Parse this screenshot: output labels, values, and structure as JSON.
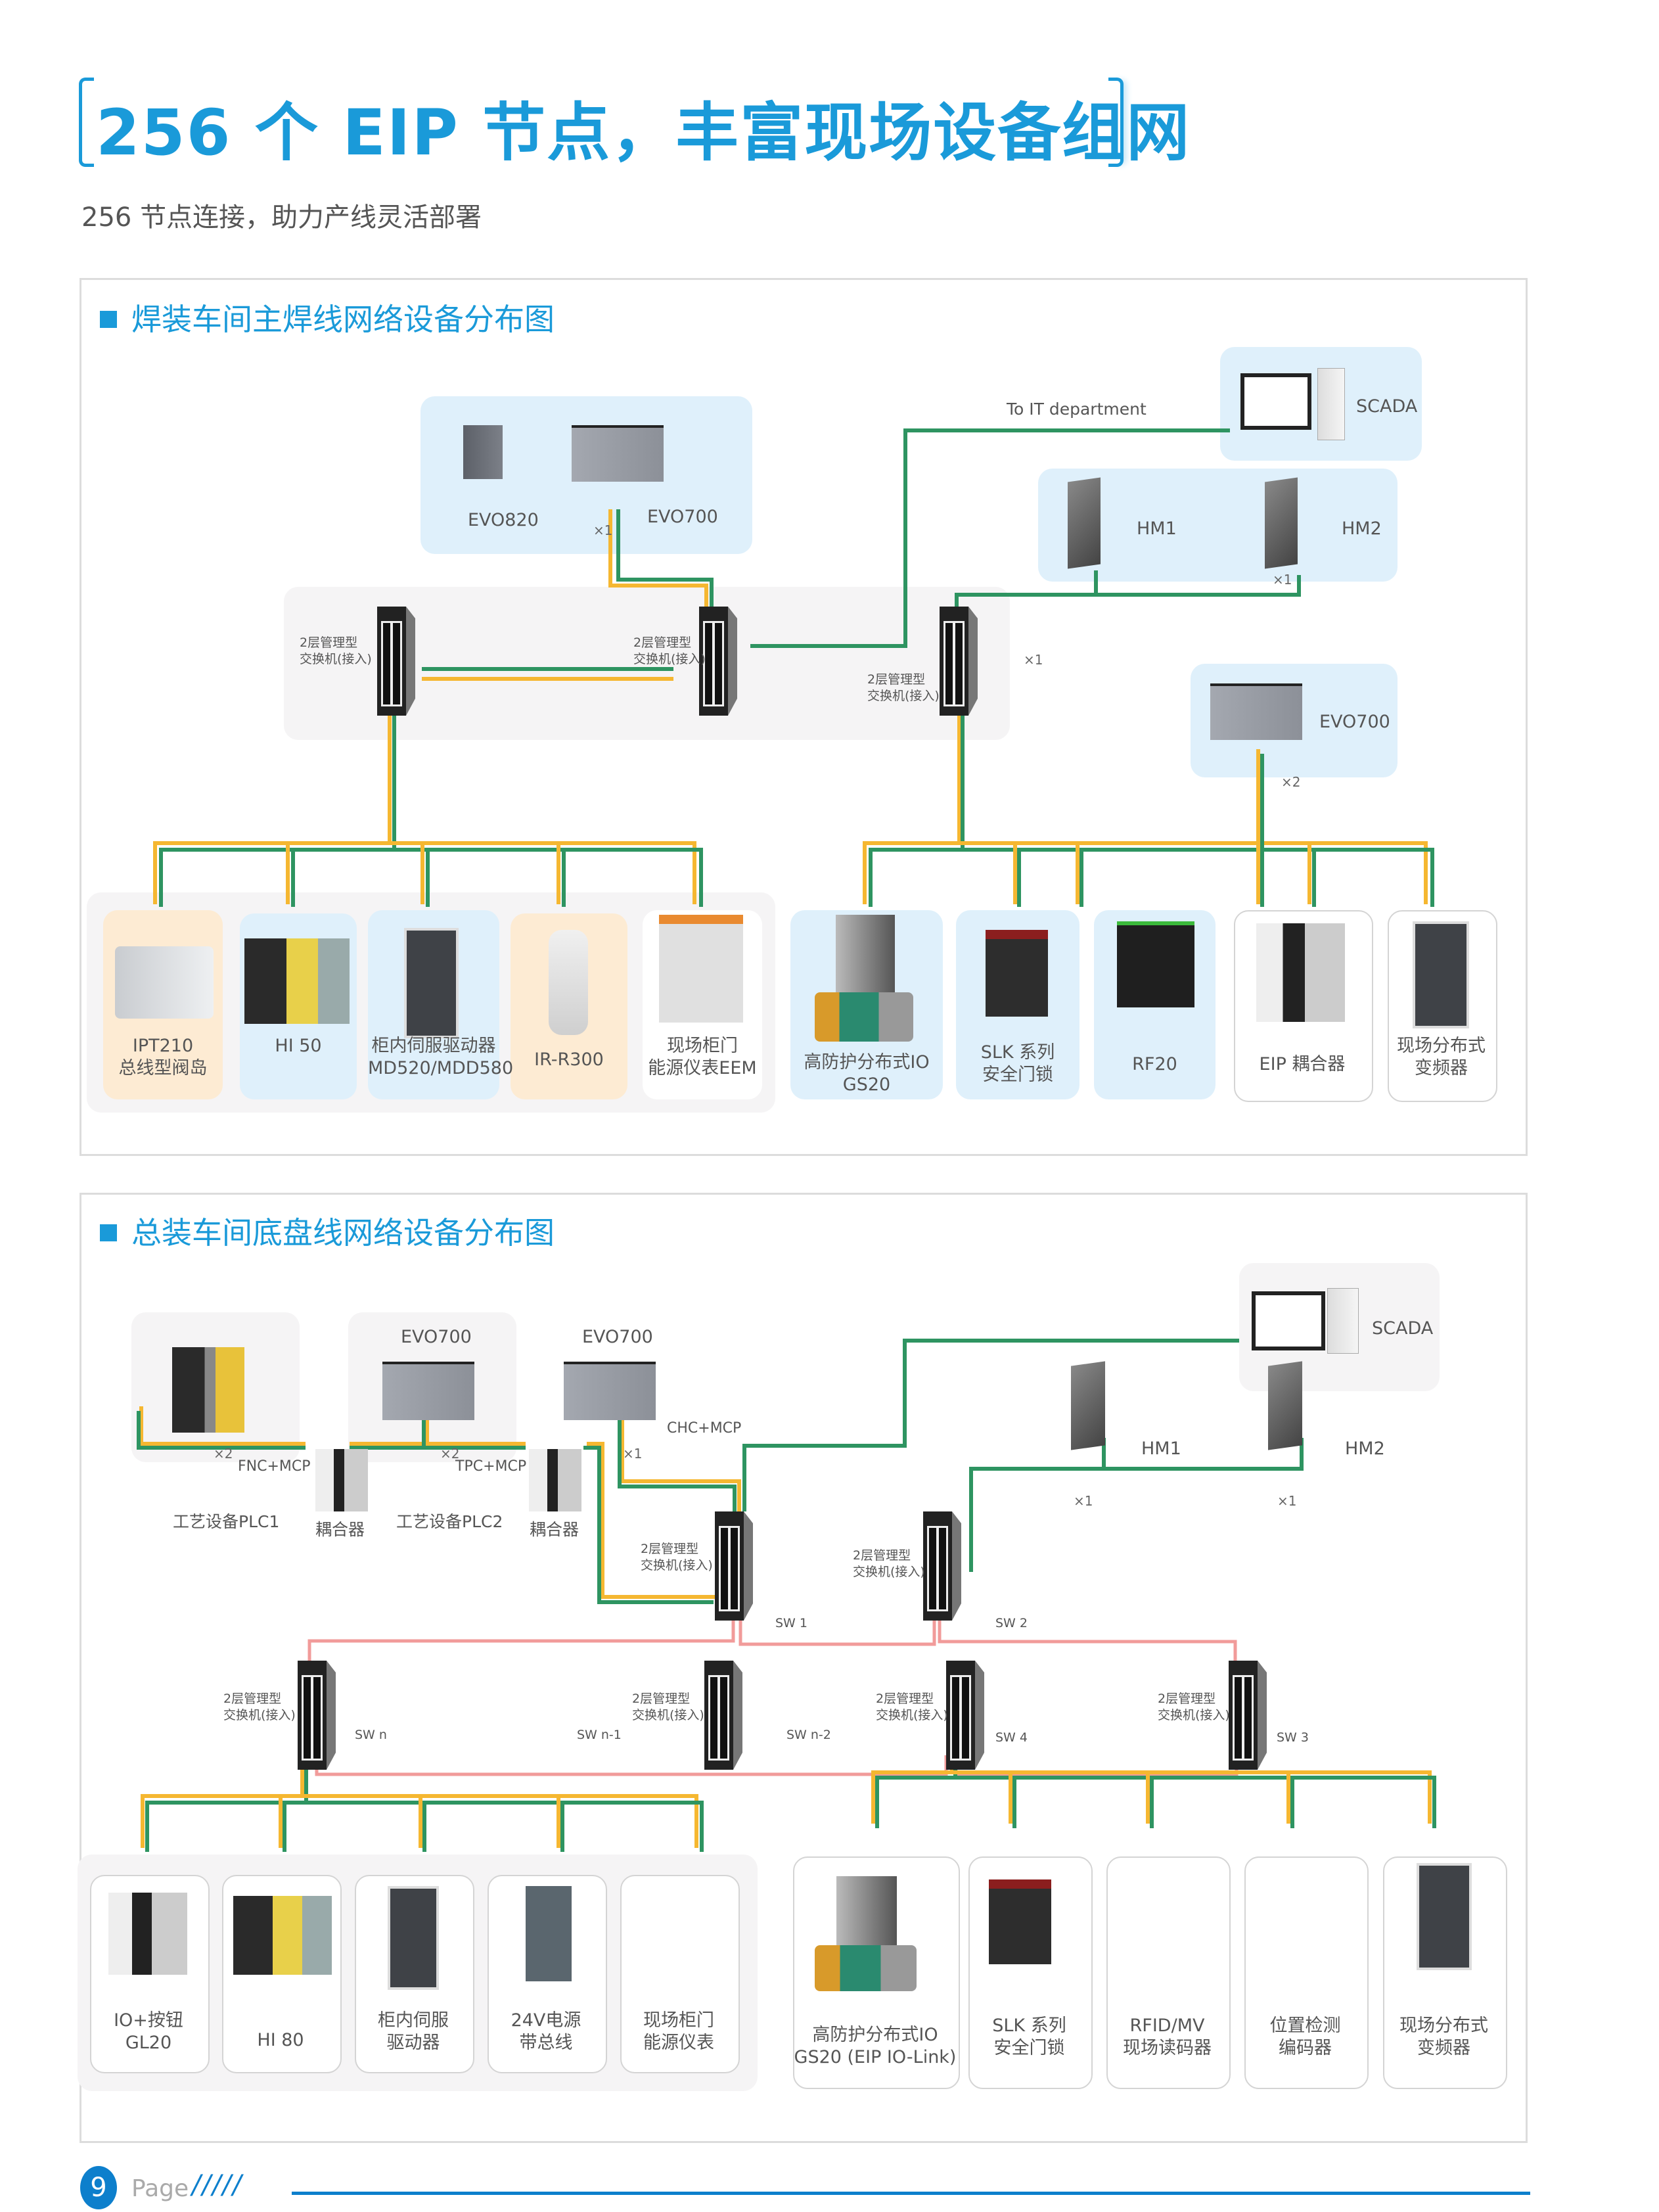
{
  "header": {
    "title": "256 个 EIP 节点，丰富现场设备组网",
    "subtitle": "256 节点连接，助力产线灵活部署"
  },
  "colors": {
    "accent": "#1a9ad9",
    "wire_green": "#2e9461",
    "wire_orange": "#f5b731",
    "wire_ring": "#f19b9a",
    "panel_blue": "#dff0fb",
    "panel_grey": "#f5f4f5",
    "panel_peach": "#fdebd3"
  },
  "diagram1": {
    "title": "焊装车间主焊线网络设备分布图",
    "switch_label_line1": "2层管理型",
    "switch_label_line2": "交换机(接入)",
    "controllers": [
      {
        "name": "EVO820"
      },
      {
        "name": "EVO700",
        "multiplier": "×1"
      }
    ],
    "to_it_label": "To IT department",
    "scada_label": "SCADA",
    "hmi": [
      {
        "name": "HM1"
      },
      {
        "name": "HM2",
        "multiplier": "×1"
      }
    ],
    "switch3_multiplier": "×1",
    "evo700_right": {
      "name": "EVO700",
      "multiplier": "×2"
    },
    "left_devices": [
      {
        "line1": "IPT210",
        "line2": "总线型阀岛",
        "icon": "valve-island-icon"
      },
      {
        "line1": "HI 50",
        "line2": "",
        "icon": "plc-module-icon"
      },
      {
        "line1": "柜内伺服驱动器",
        "line2": "MD520/MDD580",
        "icon": "servo-drive-icon"
      },
      {
        "line1": "IR-R300",
        "line2": "",
        "icon": "robot-arm-icon"
      },
      {
        "line1": "现场柜门",
        "line2": "能源仪表EEM",
        "icon": "energy-meter-icon"
      }
    ],
    "right_devices": [
      {
        "line1": "高防护分布式IO",
        "line2": "GS20",
        "icon": "distributed-io-icon"
      },
      {
        "line1": "SLK 系列",
        "line2": "安全门锁",
        "icon": "safety-lock-icon"
      },
      {
        "line1": "RF20",
        "line2": "",
        "icon": "rfid-reader-icon"
      },
      {
        "line1": "EIP 耦合器",
        "line2": "",
        "icon": "coupler-icon"
      },
      {
        "line1": "现场分布式",
        "line2": "变频器",
        "icon": "inverter-icon"
      }
    ]
  },
  "diagram2": {
    "title": "总装车间底盘线网络设备分布图",
    "switch_label_line1": "2层管理型",
    "switch_label_line2": "交换机(接入)",
    "plc1": {
      "name": "工艺设备PLC1",
      "multiplier": "×2",
      "tag": "FNC+MCP"
    },
    "plc2": {
      "name": "工艺设备PLC2",
      "title": "EVO700",
      "multiplier": "×2",
      "tag": "TPC+MCP"
    },
    "evo700_chc": {
      "title": "EVO700",
      "multiplier": "×1",
      "tag": "CHC+MCP"
    },
    "coupler_label": "耦合器",
    "scada_label": "SCADA",
    "hmi": [
      {
        "name": "HM1",
        "multiplier": "×1"
      },
      {
        "name": "HM2",
        "multiplier": "×1"
      }
    ],
    "switches": {
      "sw1": "SW 1",
      "sw2": "SW 2",
      "sw3": "SW 3",
      "sw4": "SW 4",
      "swn": "SW n",
      "swn1": "SW n-1",
      "swn2": "SW n-2"
    },
    "left_devices": [
      {
        "line1": "IO+按钮",
        "line2": "GL20",
        "icon": "io-module-icon"
      },
      {
        "line1": "HI 80",
        "line2": "",
        "icon": "plc-module-icon"
      },
      {
        "line1": "柜内伺服",
        "line2": "驱动器",
        "icon": "servo-drive-icon"
      },
      {
        "line1": "24V电源",
        "line2": "带总线",
        "icon": "power-supply-icon"
      },
      {
        "line1": "现场柜门",
        "line2": "能源仪表",
        "icon": "energy-meter-icon"
      }
    ],
    "right_devices": [
      {
        "line1": "高防护分布式IO",
        "line2": "GS20 (EIP IO-Link)",
        "icon": "distributed-io-icon"
      },
      {
        "line1": "SLK 系列",
        "line2": "安全门锁",
        "icon": "safety-lock-icon"
      },
      {
        "line1": "RFID/MV",
        "line2": "现场读码器",
        "icon": "code-reader-icon"
      },
      {
        "line1": "位置检测",
        "line2": "编码器",
        "icon": "encoder-icon"
      },
      {
        "line1": "现场分布式",
        "line2": "变频器",
        "icon": "inverter-icon"
      }
    ]
  },
  "footer": {
    "page_number": "9",
    "page_label": "Page",
    "decoration": "/////"
  }
}
